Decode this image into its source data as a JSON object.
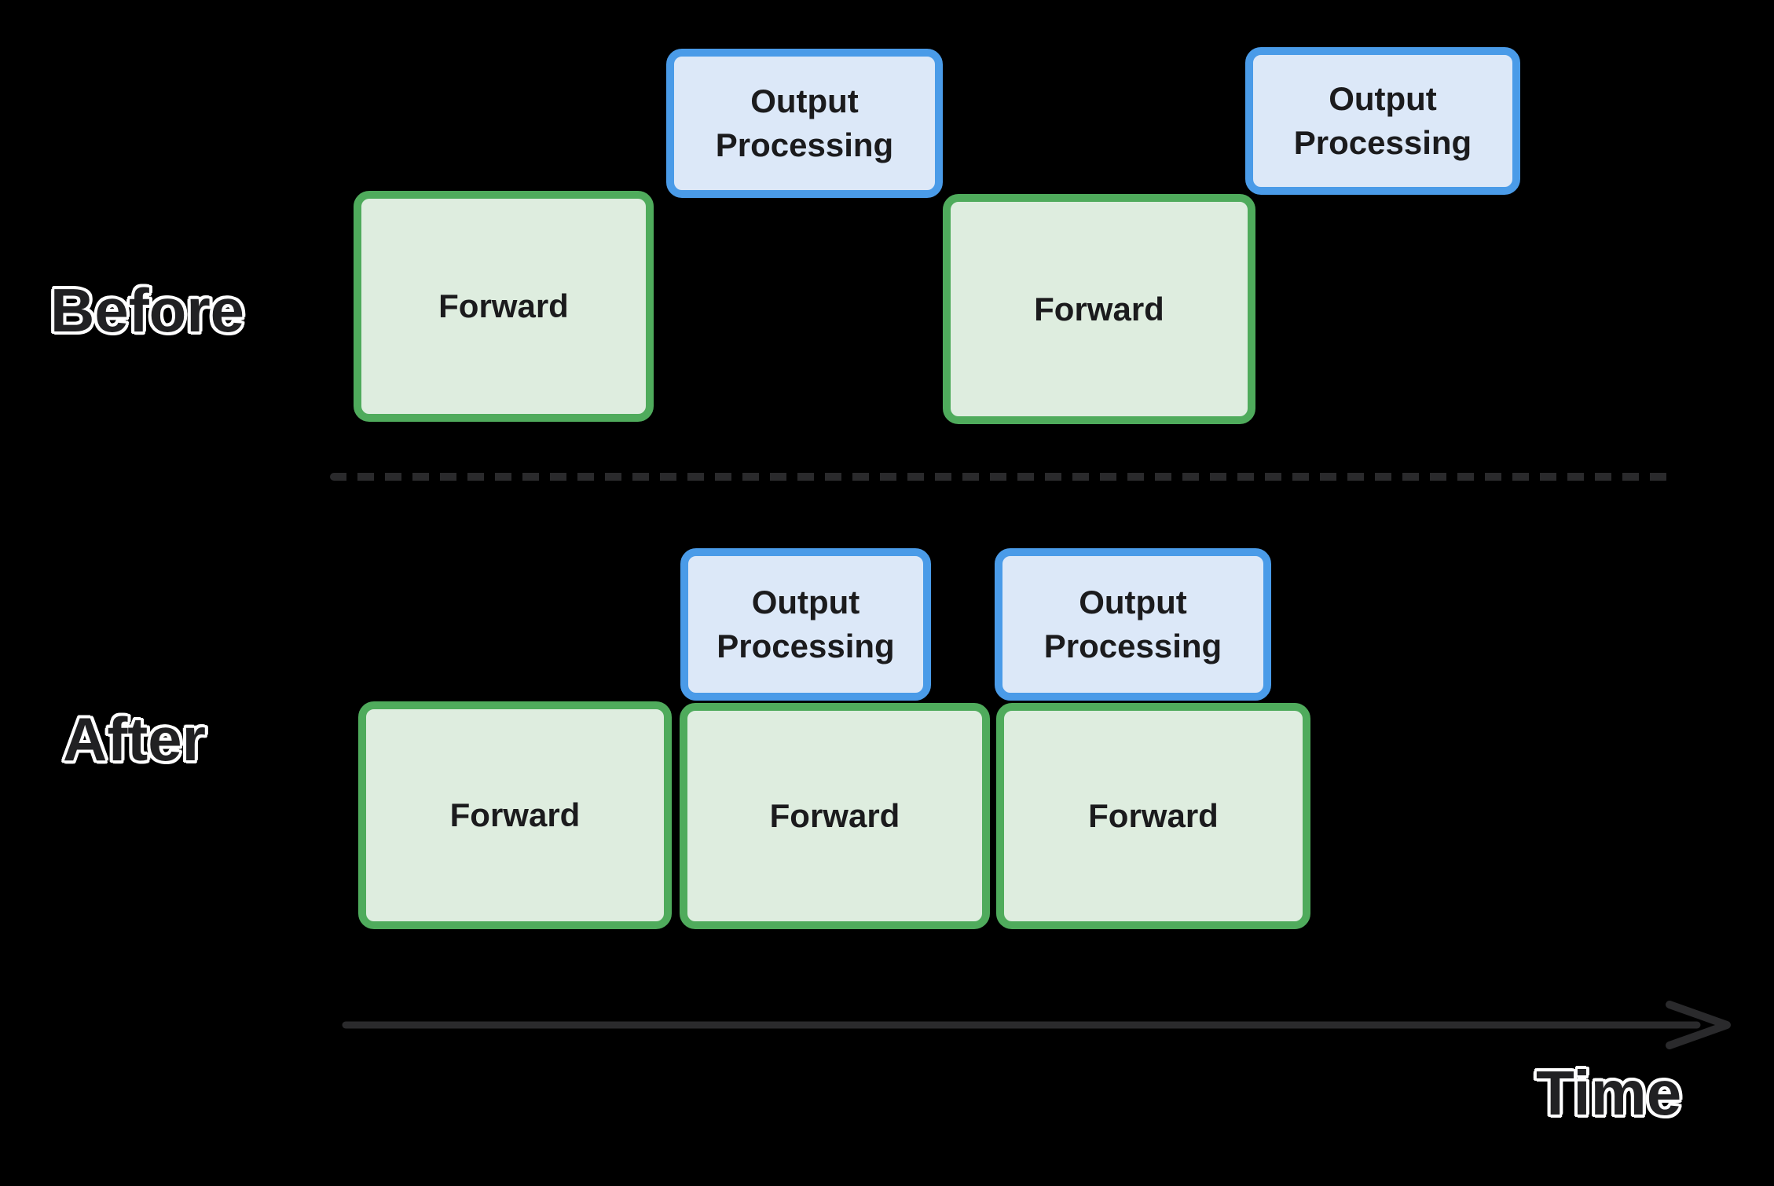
{
  "before": {
    "label": "Before",
    "boxes": [
      {
        "type": "forward",
        "label": "Forward"
      },
      {
        "type": "output-processing",
        "label": "Output Processing"
      },
      {
        "type": "forward",
        "label": "Forward"
      },
      {
        "type": "output-processing",
        "label": "Output Processing"
      }
    ]
  },
  "after": {
    "label": "After",
    "boxes": [
      {
        "type": "output-processing",
        "label": "Output Processing"
      },
      {
        "type": "output-processing",
        "label": "Output Processing"
      },
      {
        "type": "forward",
        "label": "Forward"
      },
      {
        "type": "forward",
        "label": "Forward"
      },
      {
        "type": "forward",
        "label": "Forward"
      }
    ]
  },
  "timeline": {
    "label": "Time"
  },
  "colors": {
    "background": "#000000",
    "forward_border": "#4FAB5C",
    "forward_fill": "#DEEDDF",
    "output_border": "#4A9BE8",
    "output_fill": "#DCE8F8",
    "box_text": "#1B1B1D",
    "label_text": "#212123",
    "label_outline": "#FFFFFF",
    "divider": "#2A2A2C",
    "arrow": "#2A2A2C"
  }
}
